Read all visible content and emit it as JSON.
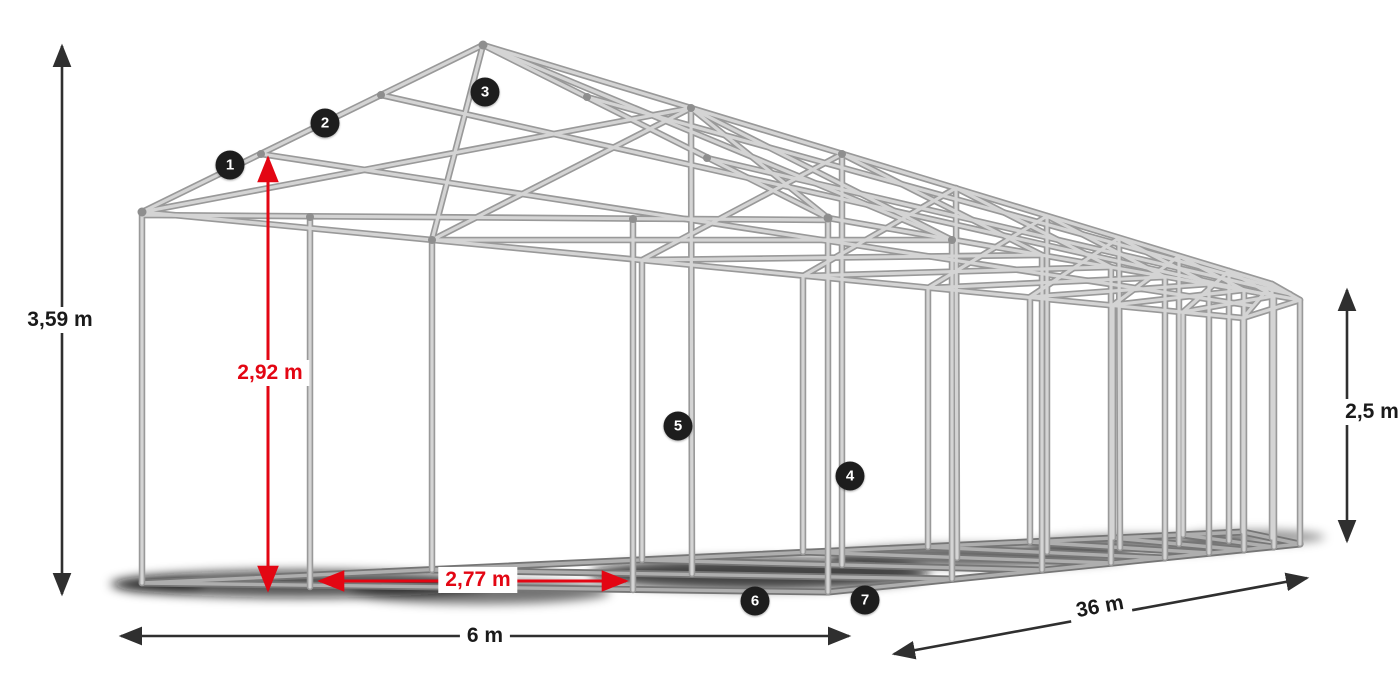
{
  "diagram": {
    "type": "tent-frame-dimension-diagram",
    "dimensions": {
      "total_height": "3,59 m",
      "entrance_height": "2,92 m",
      "entrance_width": "2,77 m",
      "width": "6 m",
      "length": "36 m",
      "side_height": "2,5 m"
    },
    "markers": [
      {
        "label": "1"
      },
      {
        "label": "2"
      },
      {
        "label": "3"
      },
      {
        "label": "4"
      },
      {
        "label": "5"
      },
      {
        "label": "6"
      },
      {
        "label": "7"
      }
    ],
    "colors": {
      "dimension_red": "#e30613",
      "dimension_black": "#2f2f2f",
      "marker_background": "#1d1d1d",
      "marker_text": "#ffffff",
      "tube_highlight": "#d4d4d4",
      "tube_shade": "#999999"
    }
  }
}
